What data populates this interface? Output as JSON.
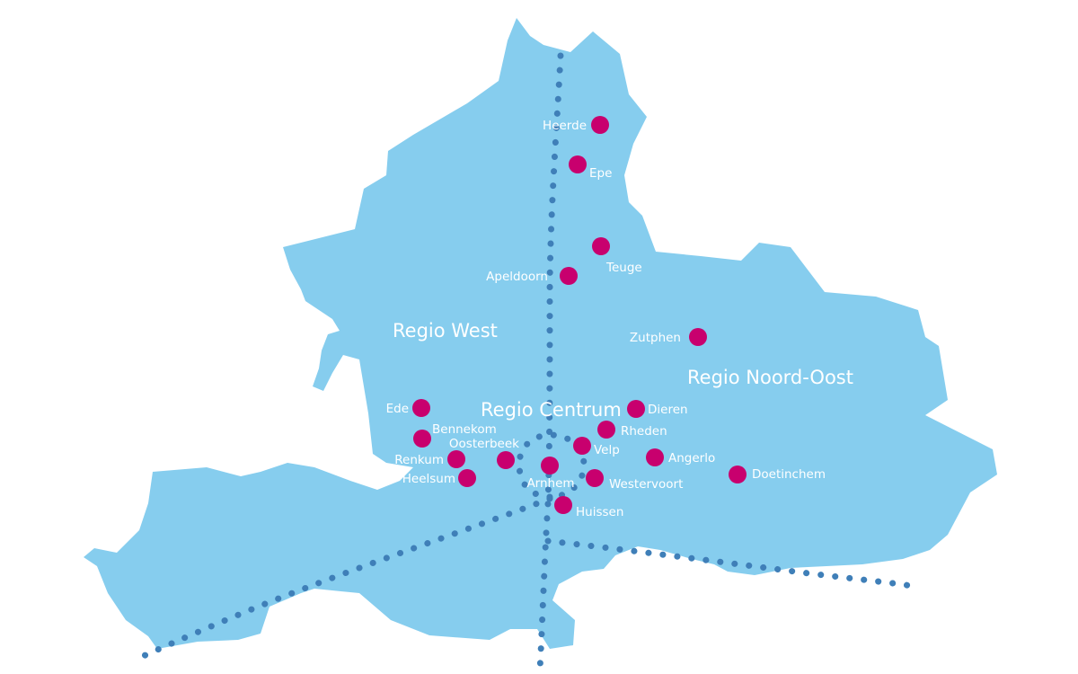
{
  "colors": {
    "background": "#ffffff",
    "land": "#86cdee",
    "route": "#3f7fb8",
    "city_marker": "#c8006e",
    "label": "#ffffff"
  },
  "regions": [
    {
      "id": "west",
      "label": "Regio West"
    },
    {
      "id": "noord-oost",
      "label": "Regio Noord-Oost"
    },
    {
      "id": "centrum",
      "label": "Regio Centrum"
    }
  ],
  "cities": [
    {
      "id": "heerde",
      "label": "Heerde"
    },
    {
      "id": "epe",
      "label": "Epe"
    },
    {
      "id": "teuge",
      "label": "Teuge"
    },
    {
      "id": "apeldoorn",
      "label": "Apeldoorn"
    },
    {
      "id": "zutphen",
      "label": "Zutphen"
    },
    {
      "id": "ede",
      "label": "Ede"
    },
    {
      "id": "bennekom",
      "label": "Bennekom"
    },
    {
      "id": "oosterbeek",
      "label": "Oosterbeek"
    },
    {
      "id": "renkum",
      "label": "Renkum"
    },
    {
      "id": "heelsum",
      "label": "Heelsum"
    },
    {
      "id": "arnhem",
      "label": "Arnhem"
    },
    {
      "id": "dieren",
      "label": "Dieren"
    },
    {
      "id": "rheden",
      "label": "Rheden"
    },
    {
      "id": "velp",
      "label": "Velp"
    },
    {
      "id": "angerlo",
      "label": "Angerlo"
    },
    {
      "id": "westervoort",
      "label": "Westervoort"
    },
    {
      "id": "doetinchem",
      "label": "Doetinchem"
    },
    {
      "id": "huissen",
      "label": "Huissen"
    }
  ]
}
